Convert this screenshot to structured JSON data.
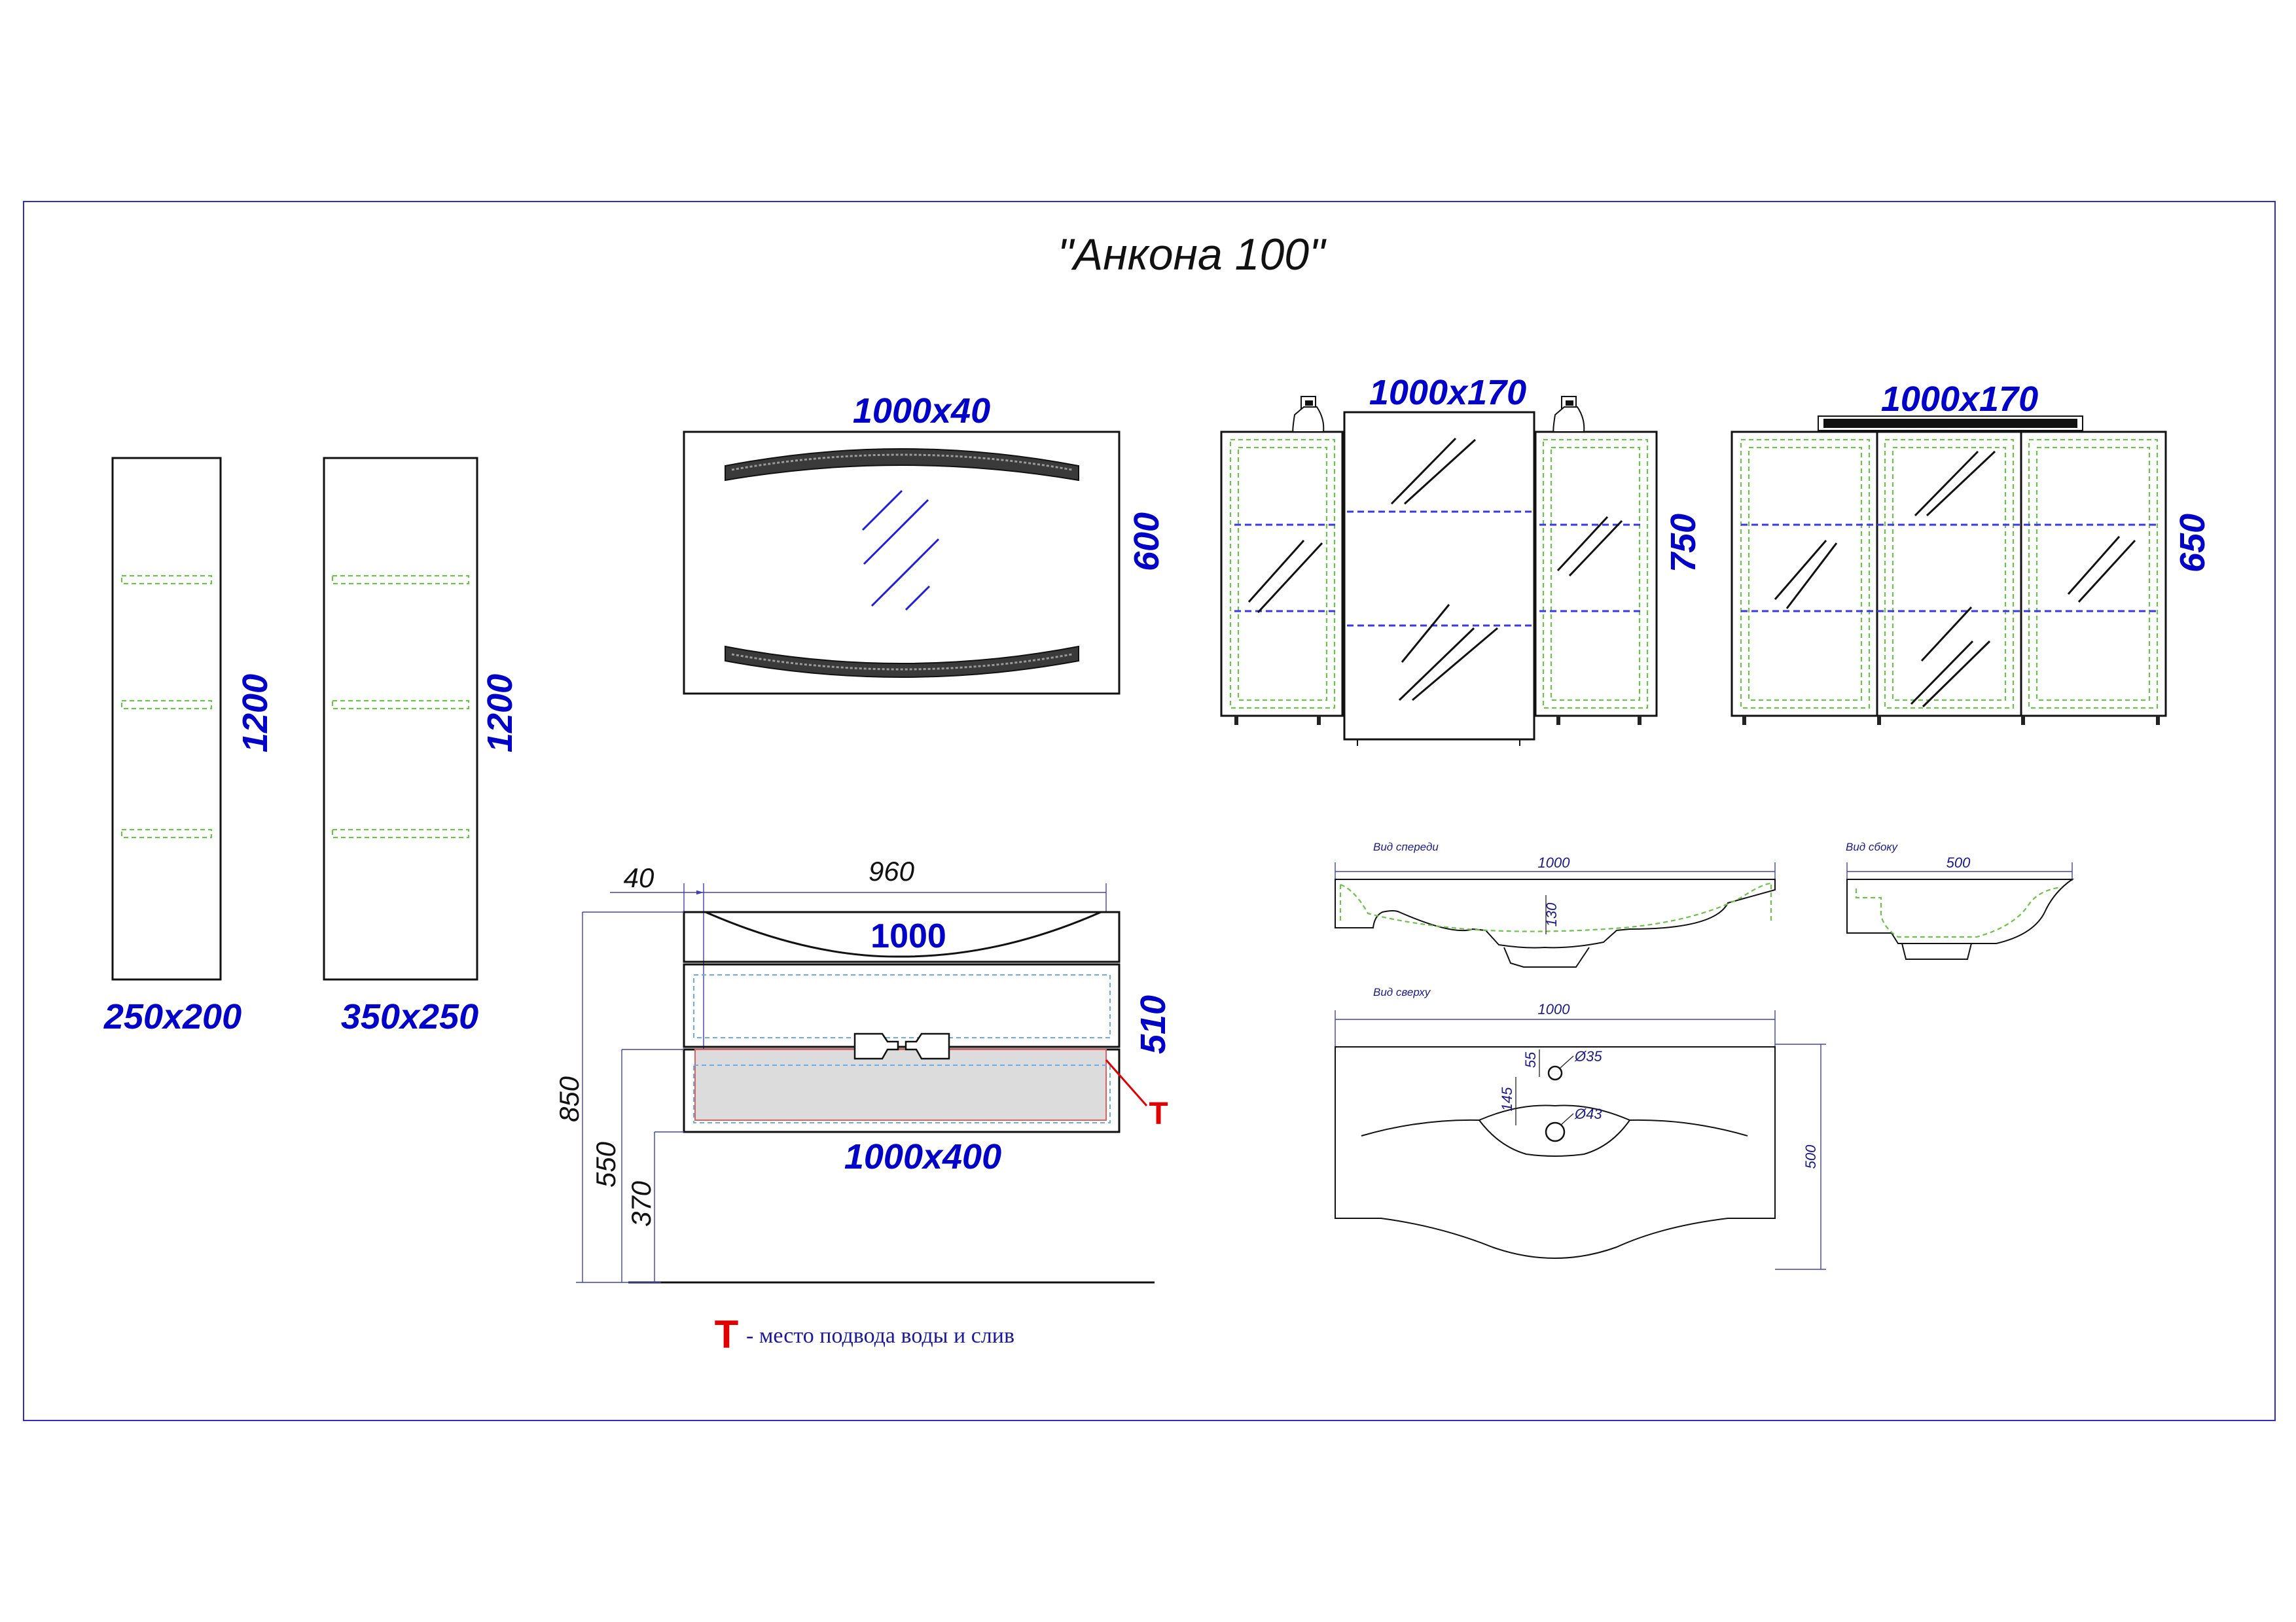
{
  "title": "\"Анкона 100\"",
  "colors": {
    "frame": "#2c2ccf",
    "dimension_text": "#0000c8",
    "shelf_dash": "#6cc24a",
    "glass_shelf": "#3a3ae0",
    "marker": "#e00000"
  },
  "pencil_cases": [
    {
      "size": "250x200",
      "height": "1200"
    },
    {
      "size": "350x250",
      "height": "1200"
    }
  ],
  "mirror": {
    "size": "1000x40",
    "height": "600"
  },
  "cabinet_lamps": {
    "size": "1000x170",
    "height": "750"
  },
  "cabinet_three": {
    "size": "1000x170",
    "height": "650"
  },
  "vanity": {
    "top_offset": "40",
    "inner_width": "960",
    "sink_width": "1000",
    "size": "1000x400",
    "height_510": "510",
    "height_850": "850",
    "height_550": "550",
    "height_370": "370",
    "marker": "T"
  },
  "basin_front": {
    "label": "Вид спереди",
    "width": "1000",
    "depth": "130"
  },
  "basin_side": {
    "label": "Вид сбоку",
    "width": "500"
  },
  "basin_top": {
    "label": "Вид сверху",
    "width": "1000",
    "depth": "500",
    "d55": "55",
    "d145": "145",
    "hole1": "Ø35",
    "hole2": "Ø43"
  },
  "legend": {
    "marker": "T",
    "text": "- место подвода воды и слив"
  }
}
